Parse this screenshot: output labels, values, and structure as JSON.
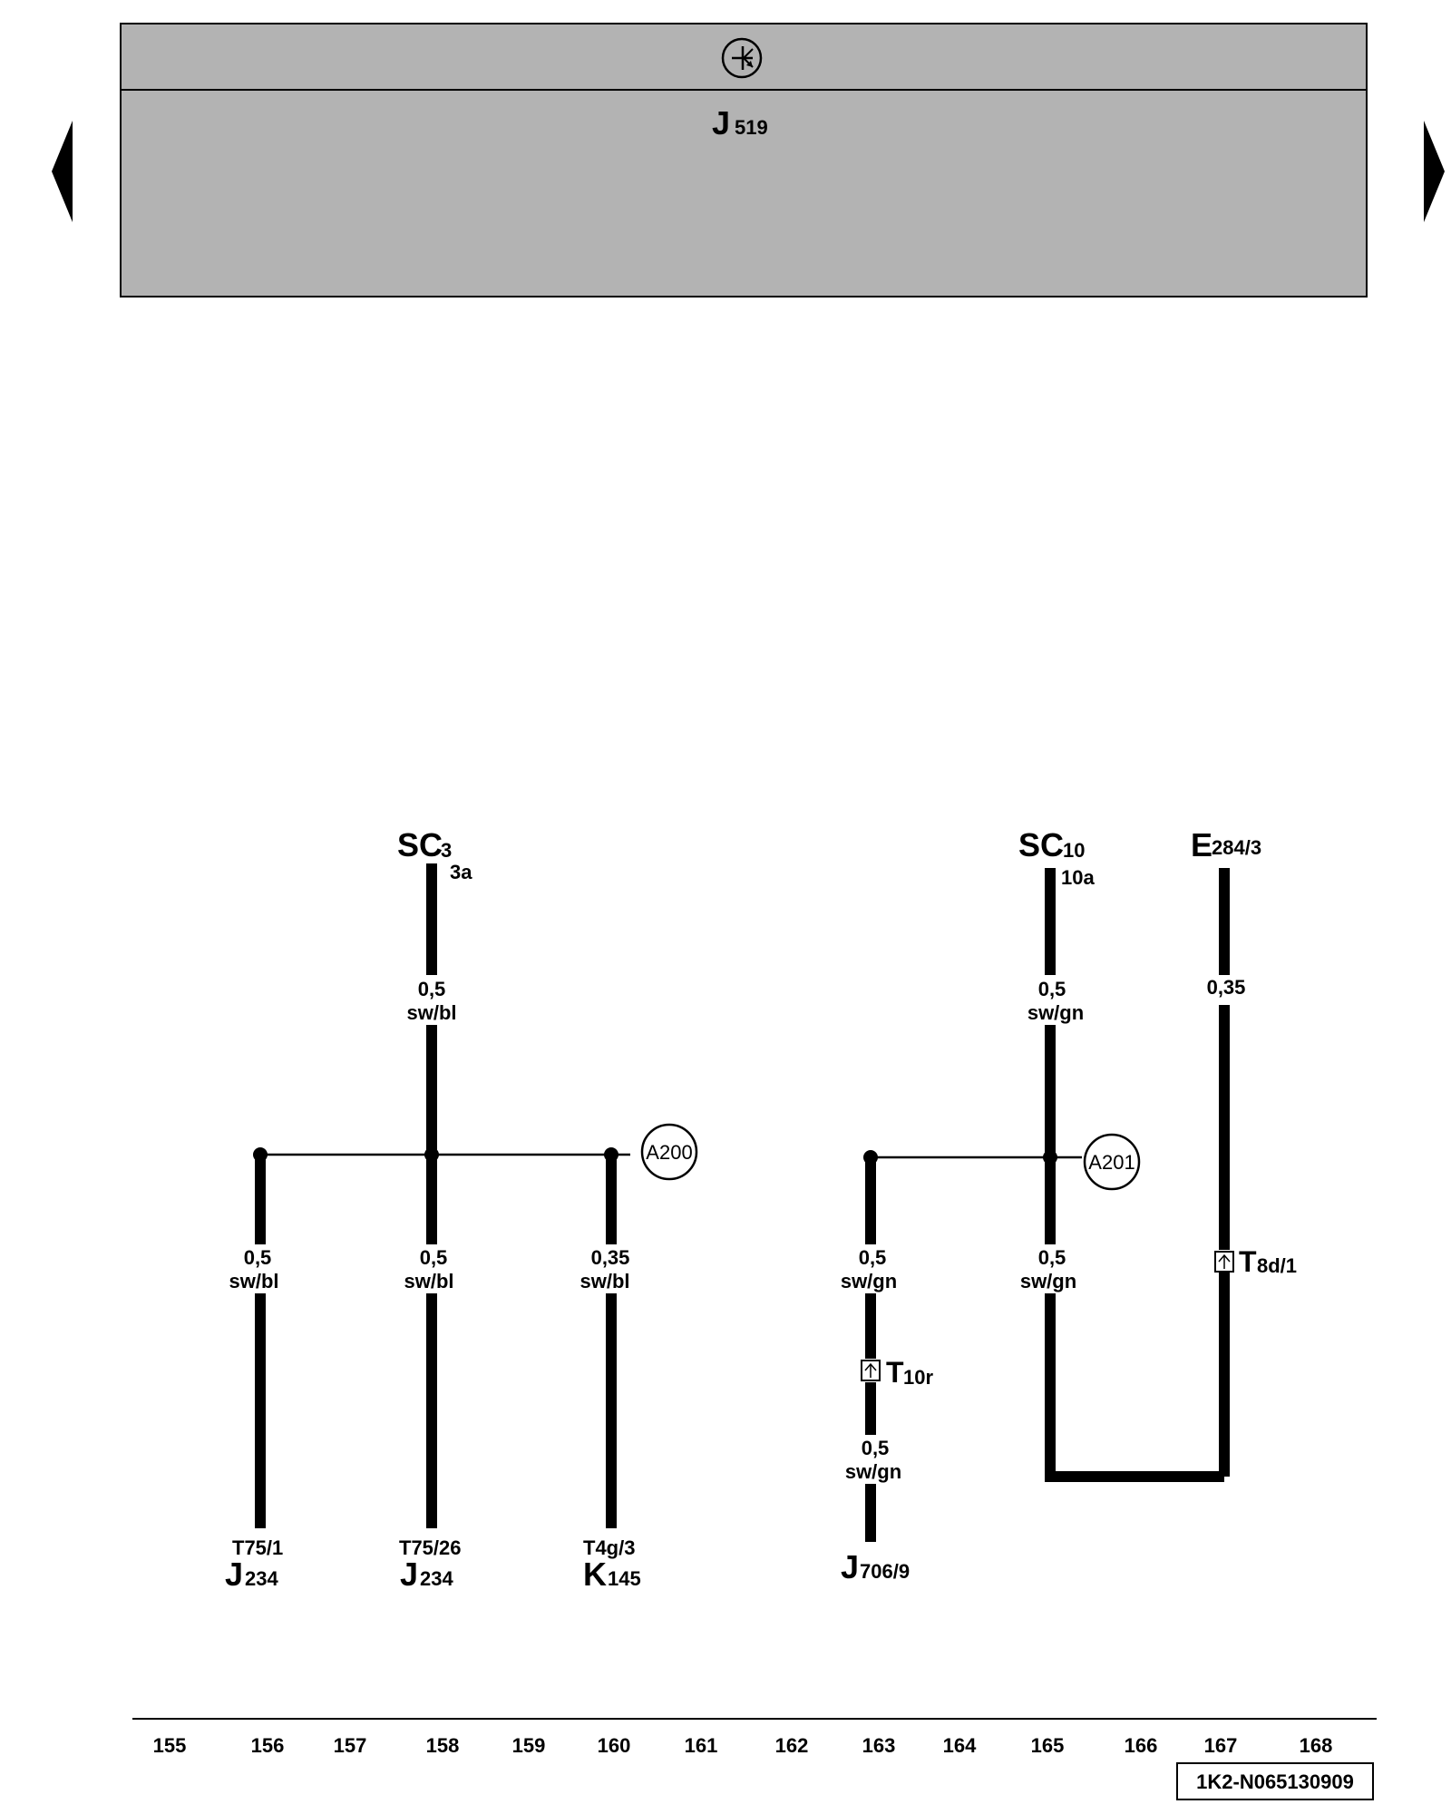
{
  "header": {
    "icon": "transistor-in-circle-icon",
    "module_main": "J",
    "module_sub": "519"
  },
  "nav": {
    "prev_icon": "triangle-left-icon",
    "next_icon": "triangle-right-icon"
  },
  "top_sources": {
    "sc3": {
      "main": "SC",
      "sub": "3",
      "pin": "3a"
    },
    "sc10": {
      "main": "SC",
      "sub": "10",
      "pin": "10a"
    },
    "e284": {
      "main": "E",
      "sub": "284/3"
    }
  },
  "wire_labels": {
    "w158_top": {
      "size": "0,5",
      "color": "sw/bl"
    },
    "w156": {
      "size": "0,5",
      "color": "sw/bl"
    },
    "w158_bot": {
      "size": "0,5",
      "color": "sw/bl"
    },
    "w160": {
      "size": "0,35",
      "color": "sw/bl"
    },
    "w165_top": {
      "size": "0,5",
      "color": "sw/gn"
    },
    "w167": {
      "size": "0,35"
    },
    "w163_a": {
      "size": "0,5",
      "color": "sw/gn"
    },
    "w165_bot": {
      "size": "0,5",
      "color": "sw/gn"
    },
    "w163_b": {
      "size": "0,5",
      "color": "sw/gn"
    }
  },
  "junctions": {
    "a200": "A200",
    "a201": "A201"
  },
  "connectors": {
    "t10r": {
      "main": "T",
      "sub": "10r"
    },
    "t8d": {
      "main": "T",
      "sub": "8d/1"
    }
  },
  "bottom_components": {
    "c156": {
      "pin": "T75/1",
      "main": "J",
      "sub": "234"
    },
    "c158": {
      "pin": "T75/26",
      "main": "J",
      "sub": "234"
    },
    "c160": {
      "pin": "T4g/3",
      "main": "K",
      "sub": "145"
    },
    "c163": {
      "main": "J",
      "sub": "706/9"
    }
  },
  "axis_numbers": [
    "155",
    "156",
    "157",
    "158",
    "159",
    "160",
    "161",
    "162",
    "163",
    "164",
    "165",
    "166",
    "167",
    "168"
  ],
  "document_id": "1K2-N065130909"
}
